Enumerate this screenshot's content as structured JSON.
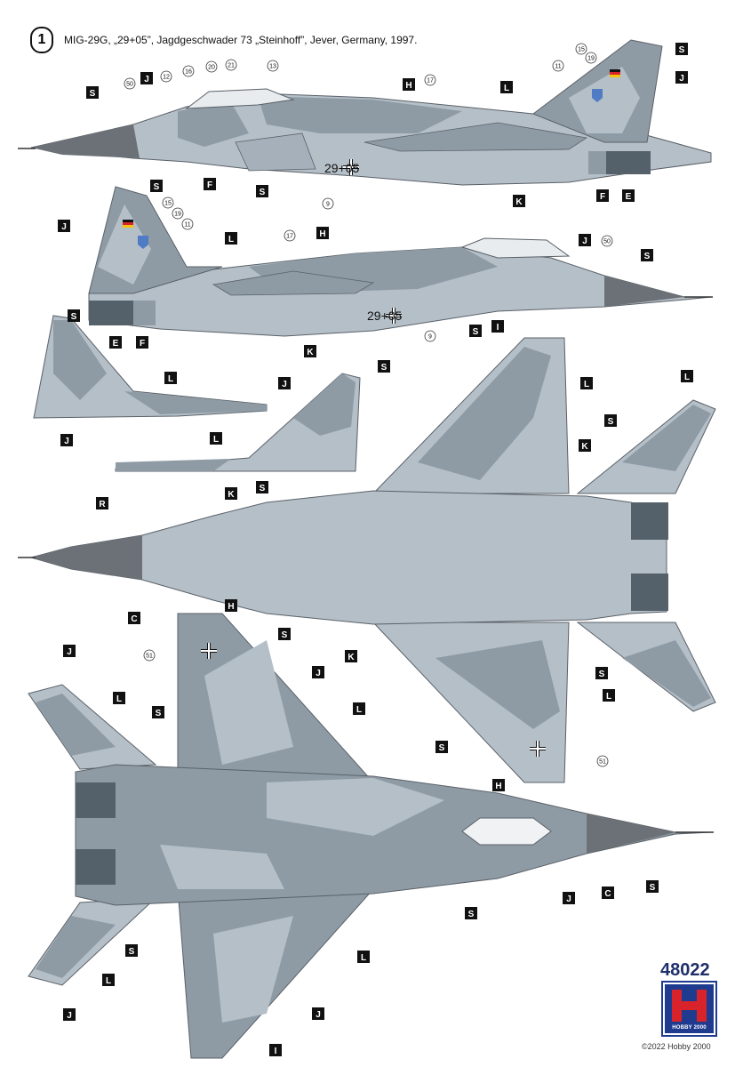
{
  "header": {
    "profile_number": "1",
    "title": "MIG-29G, „29+05”, Jagdgeschwader 73 „Steinhoff”, Jever, Germany, 1997."
  },
  "markings": {
    "serial": "29+05"
  },
  "callout_letters": [
    "S",
    "J",
    "H",
    "L",
    "K",
    "F",
    "E",
    "R",
    "C",
    "I"
  ],
  "callout_numbers": [
    "50",
    "12",
    "16",
    "20",
    "21",
    "13",
    "17",
    "15",
    "19",
    "11",
    "9",
    "51"
  ],
  "footer": {
    "model_number": "48022",
    "brand_name": "HOBBY 2000",
    "copyright": "©2022 Hobby 2000"
  },
  "colors": {
    "light_grey": "#b5bfc8",
    "medium_grey": "#8e9ba5",
    "dark_grey_nose": "#6b7176",
    "engine_dark": "#54606a",
    "label_bg": "#111111",
    "brand_blue": "#1f3b8f",
    "brand_red": "#d8232a"
  }
}
